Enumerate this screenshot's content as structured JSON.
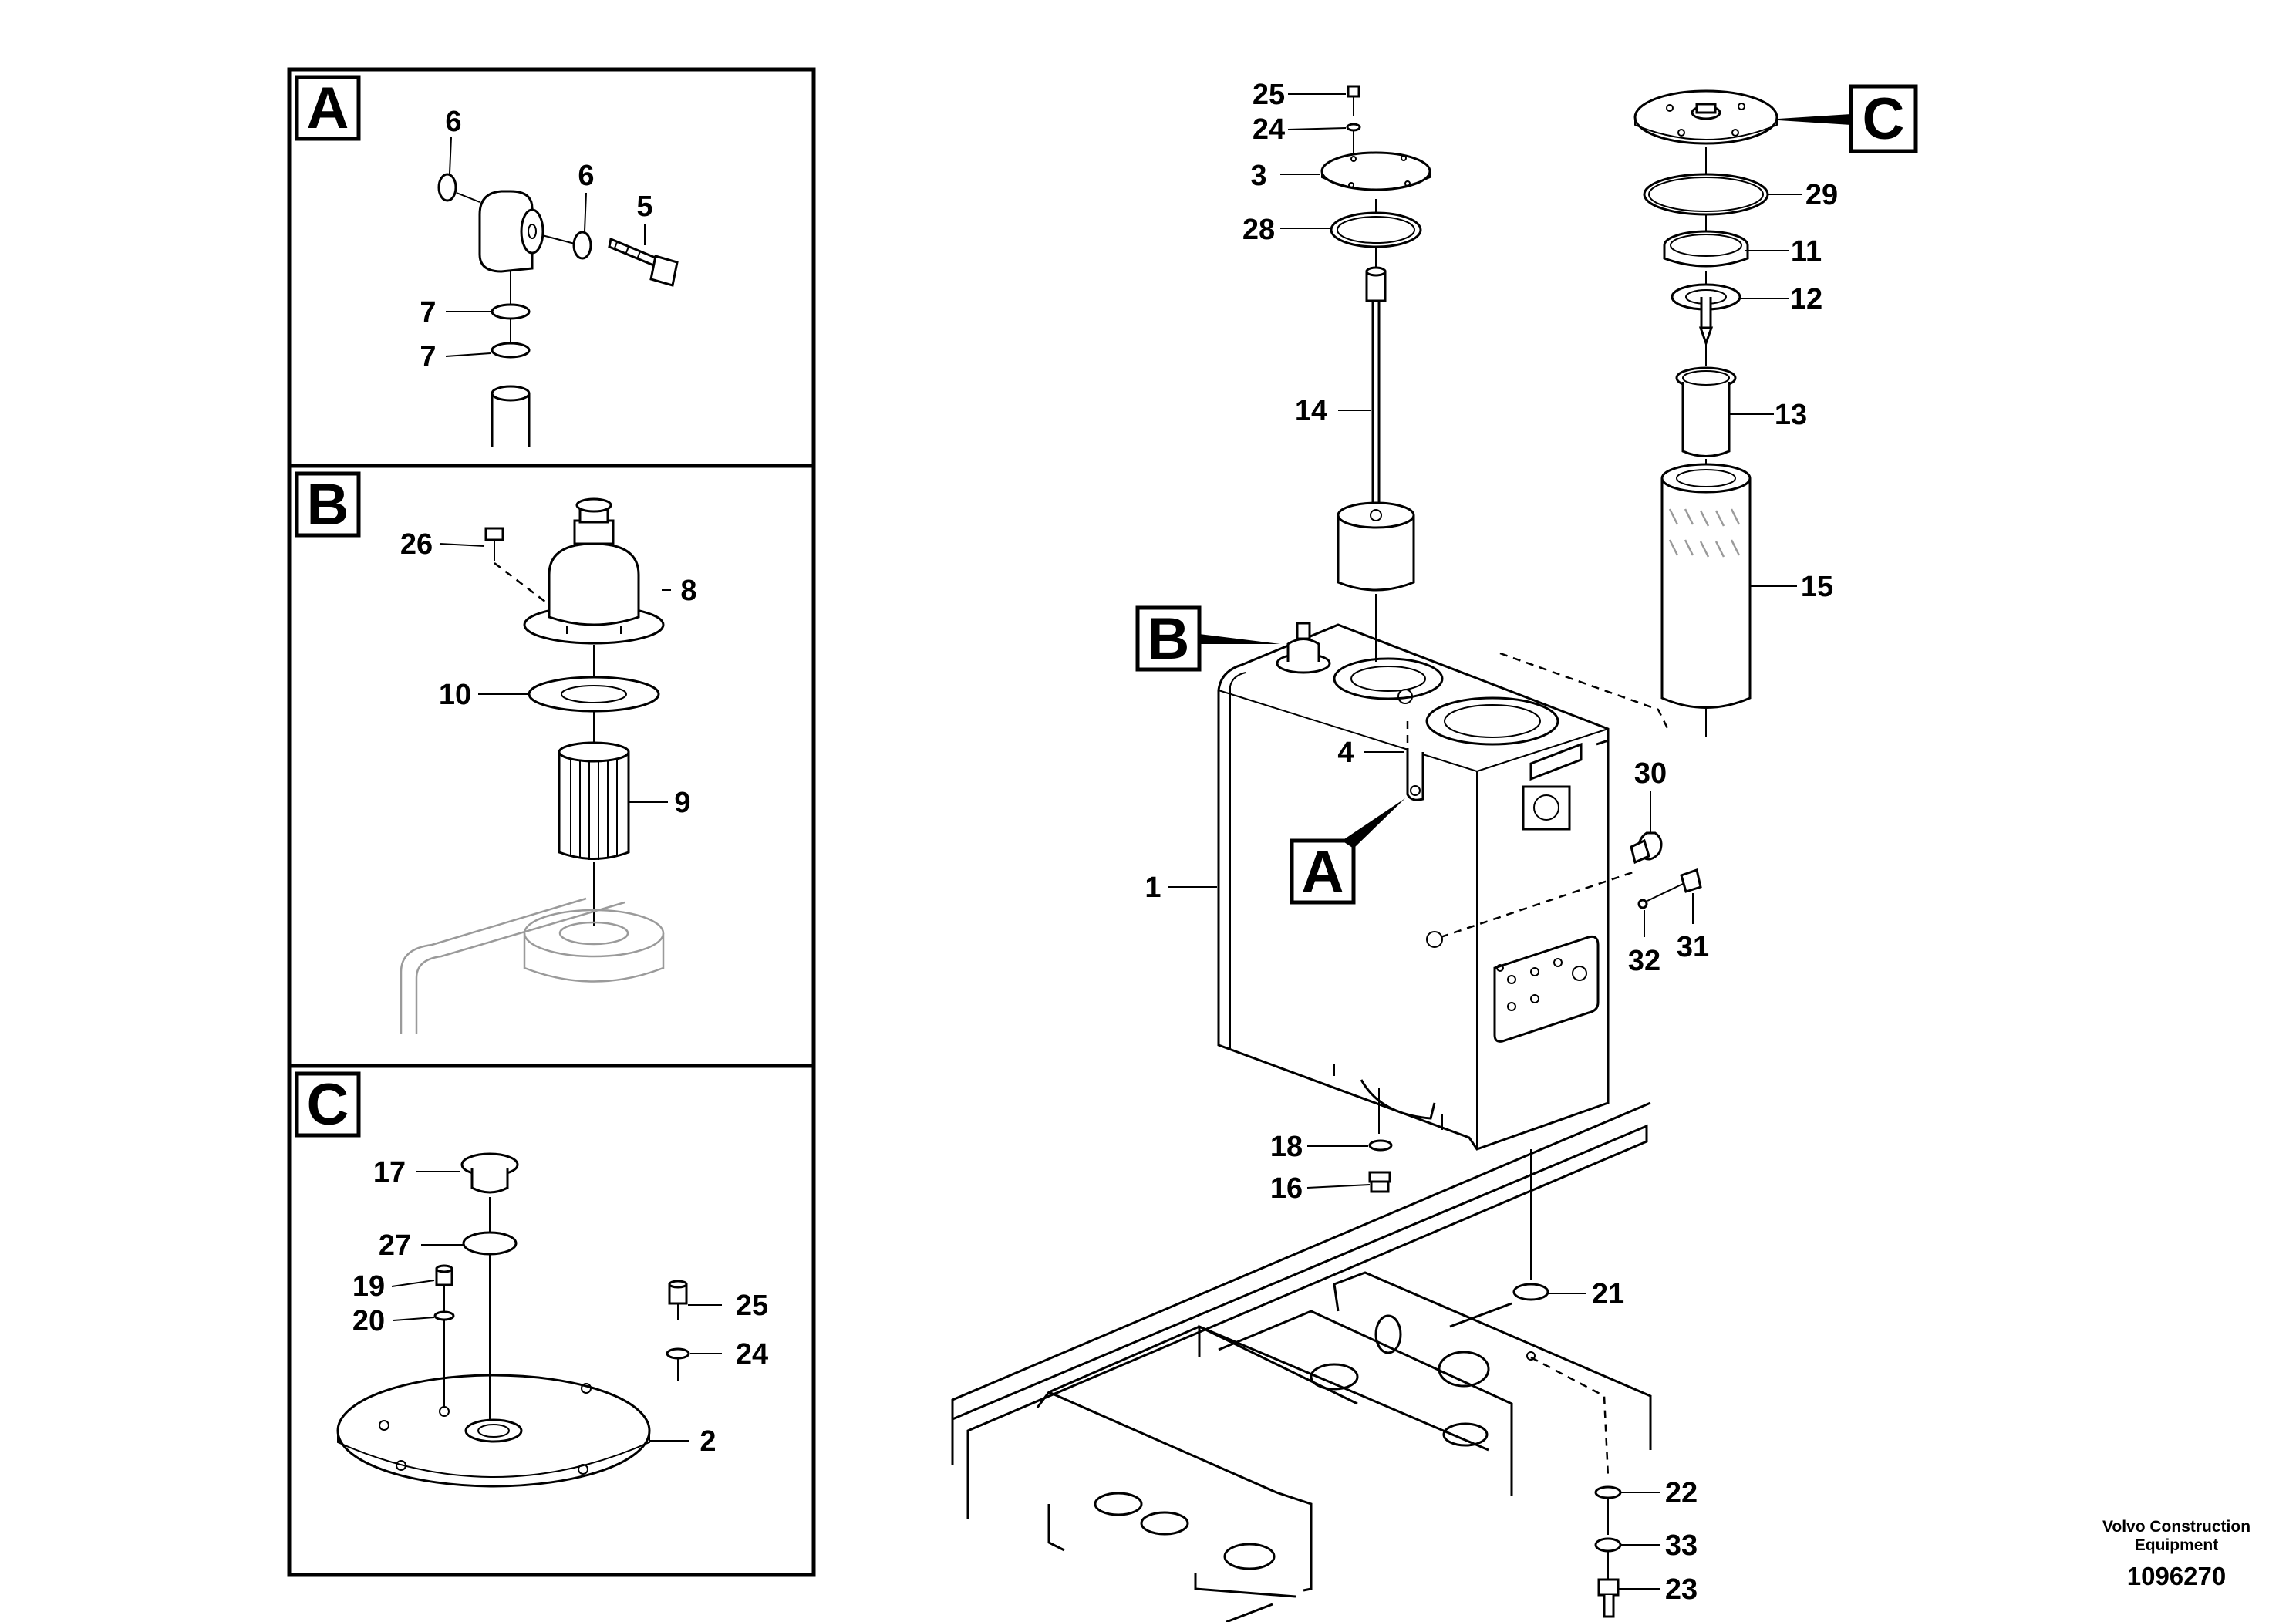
{
  "panels": [
    {
      "id": "A",
      "label": "A",
      "callouts": [
        "6",
        "6",
        "5",
        "7",
        "7"
      ]
    },
    {
      "id": "B",
      "label": "B",
      "callouts": [
        "26",
        "8",
        "10",
        "9"
      ]
    },
    {
      "id": "C",
      "label": "C",
      "callouts": [
        "17",
        "27",
        "19",
        "20",
        "25",
        "24",
        "2"
      ]
    }
  ],
  "main": {
    "tags": [
      "B",
      "A",
      "C"
    ],
    "callouts": [
      "25",
      "24",
      "3",
      "28",
      "14",
      "4",
      "1",
      "18",
      "16",
      "21",
      "22",
      "33",
      "23",
      "30",
      "32",
      "31",
      "29",
      "11",
      "12",
      "13",
      "15"
    ]
  },
  "footer": {
    "brand_line1": "Volvo Construction",
    "brand_line2": "Equipment",
    "doc_number": "1096270"
  }
}
